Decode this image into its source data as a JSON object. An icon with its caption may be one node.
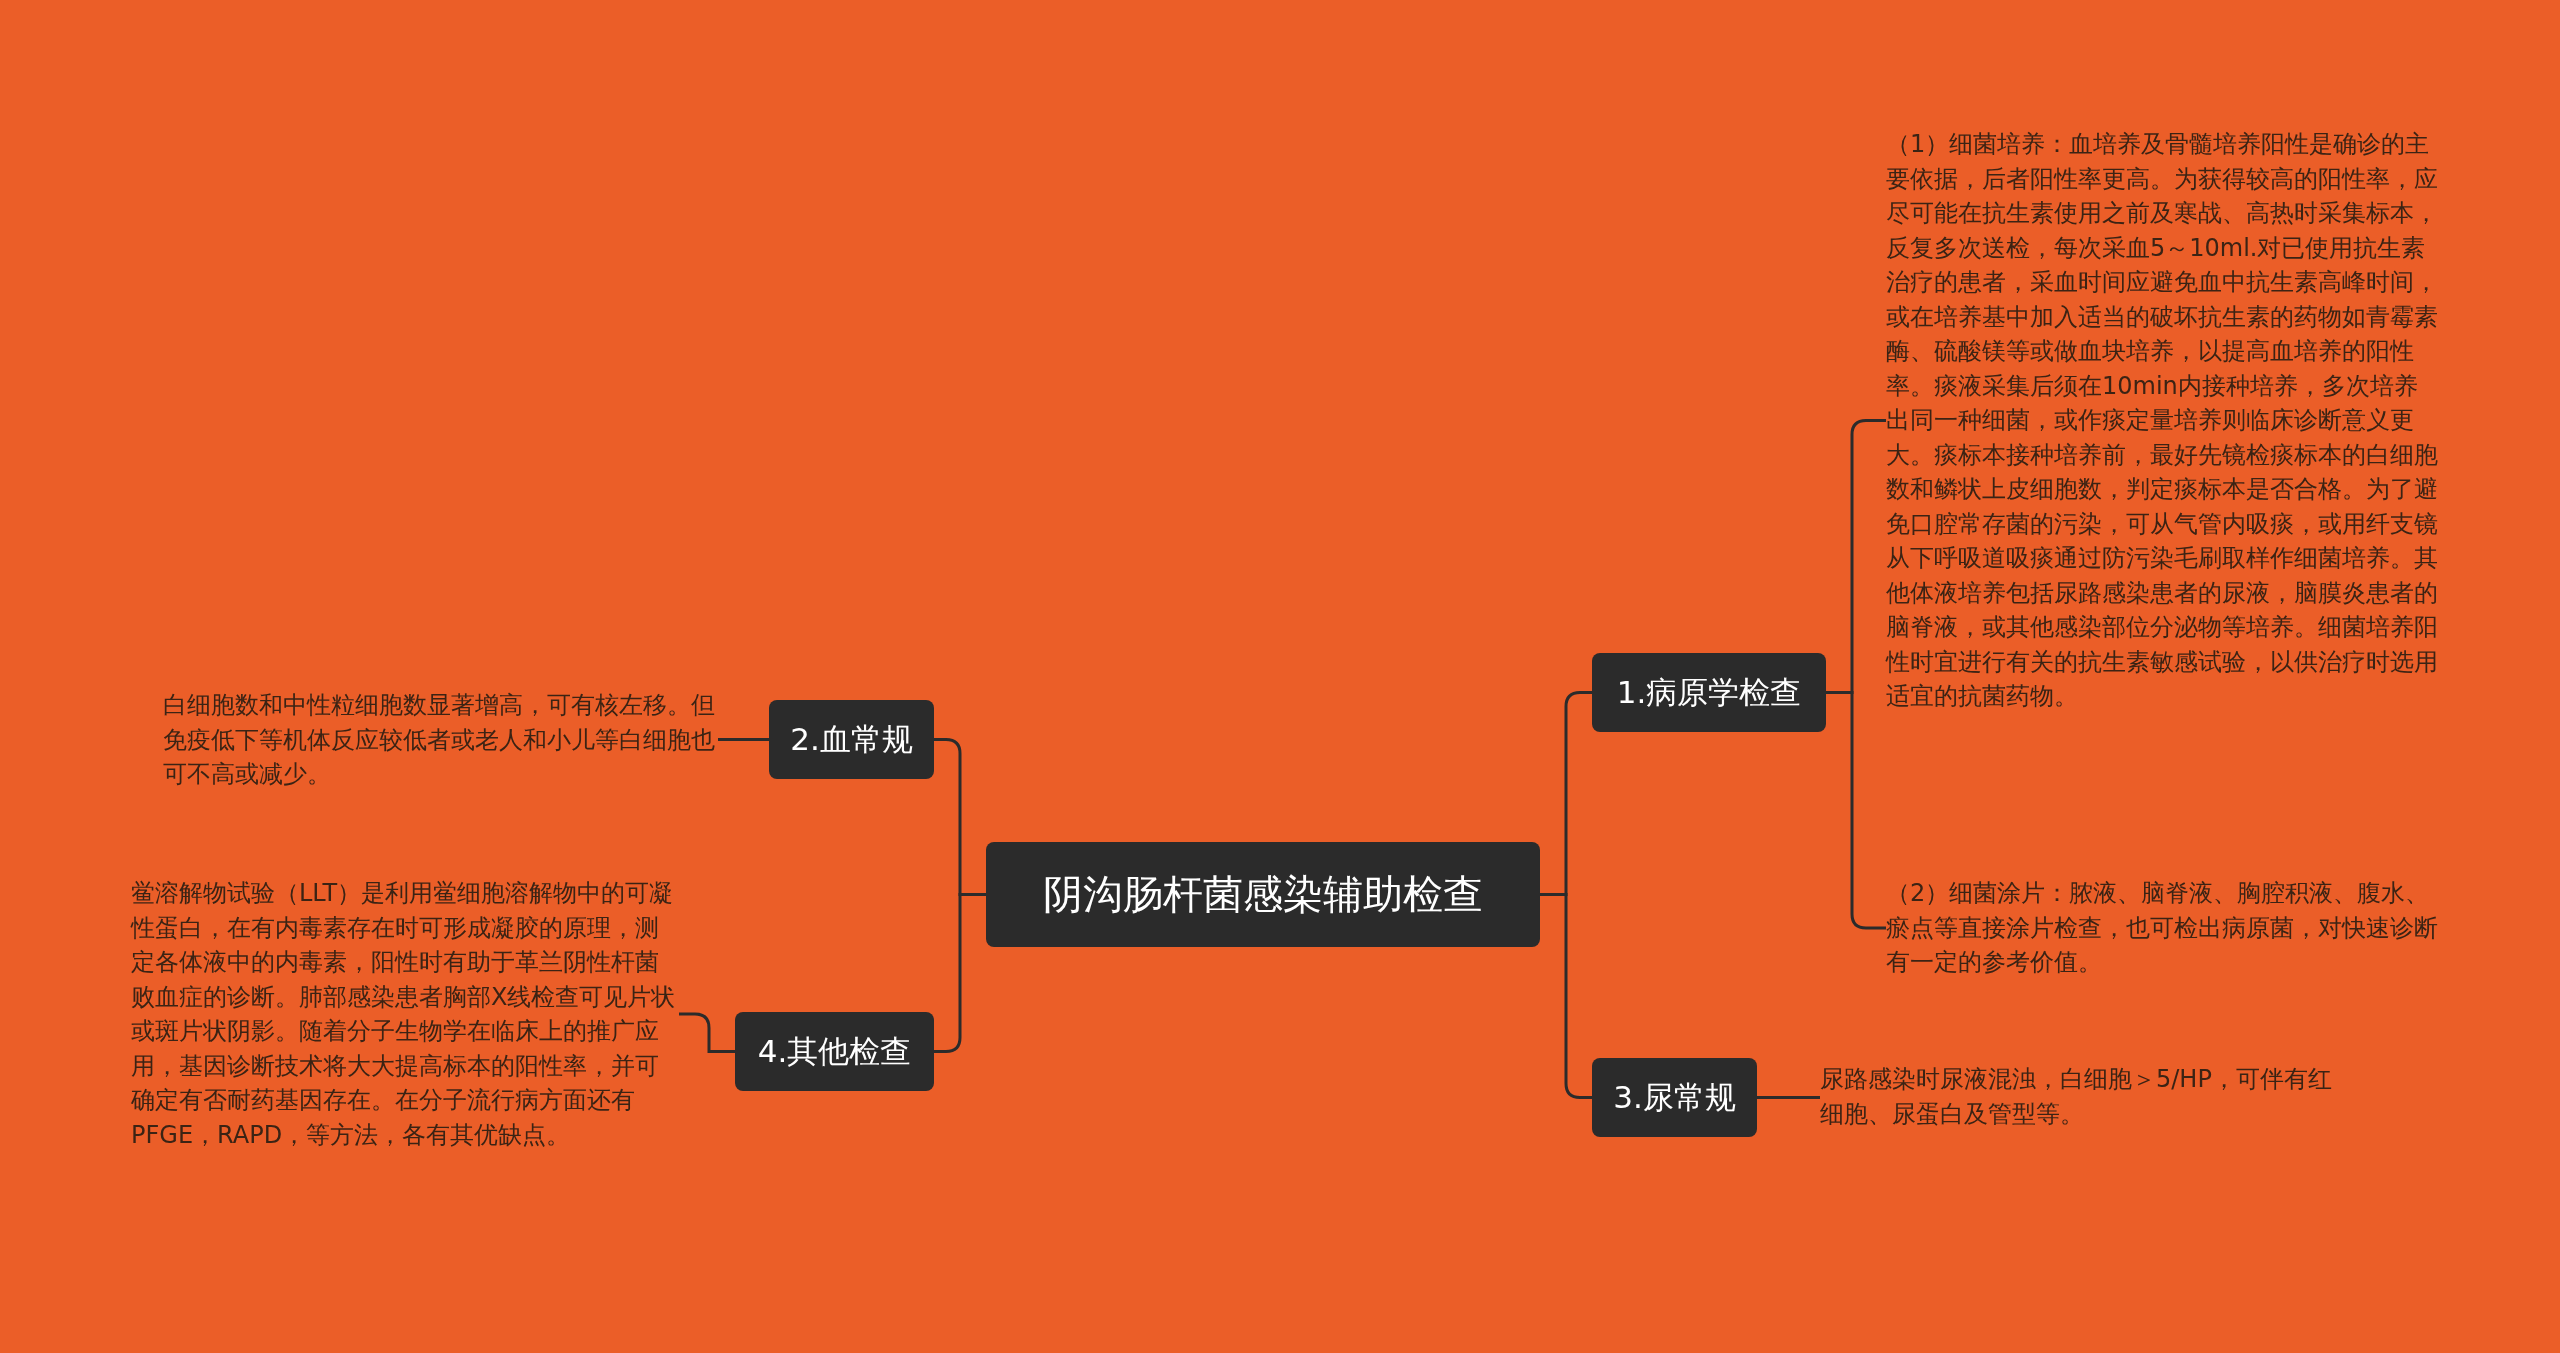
{
  "diagram": {
    "nodes": [
      {
        "text": [
          "阴沟肠杆菌感染辅助检查"
        ]
      },
      {
        "text": [
          "1.病原学检查"
        ]
      },
      {
        "text": [
          "（1）细菌培养：血培养及骨髓培养阳性是确诊的主要依据，后者阳性率更高。为获得较高的阳性率，应尽可能在抗生素使用之前及寒战、高热时采集标本，反复多次送检，每次采血5～10ml.对已使用抗生素治疗的患者，采血时间应避免血中抗生素高峰时间，或在培养基中加入适当的破坏抗生素的药物如青霉素酶、硫酸镁等或做血块培养，以提高血培养的阳性率。痰液采集后须在10min内接种培养，多次培养出同一种细菌，或作痰定量培养则临床诊断意义更大。痰标本接种培养前，最好先镜检痰标本的白细胞数和鳞状上皮细胞数，判定痰标本是否合格。为了避免口腔常存菌的污染，可从气管内吸痰，或用纤支镜从下呼吸道吸痰通过防污染毛刷取样作细菌培养。其他体液培养包括尿路感染患者的尿液，脑膜炎患者的脑脊液，或其他感染部位分泌物等培养。细菌培养阳性时宜进行有关的抗生素敏感试验，以供治疗时选用适宜的抗菌药物。"
        ]
      },
      {
        "text": [
          "（2）细菌涂片：脓液、脑脊液、胸腔积液、腹水、瘀点等直接涂片检查，也可检出病原菌，对快速诊断有一定的参考价值。"
        ]
      },
      {
        "text": [
          "3.尿常规"
        ]
      },
      {
        "text": [
          "尿路感染时尿液混浊，白细胞＞5/HP，可伴有红细胞、尿蛋白及管型等。"
        ]
      },
      {
        "text": [
          "2.血常规"
        ]
      },
      {
        "text": [
          "白细胞数和中性粒细胞数显著增高，可有核左移。但免疫低下等机体反应较低者或老人和小儿等白细胞也可不高或减少。"
        ]
      },
      {
        "text": [
          "4.其他检查"
        ]
      },
      {
        "text": [
          "鲎溶解物试验（LLT）是利用鲎细胞溶解物中的可凝性蛋白，在有内毒素存在时可形成凝胶的原理，测定各体液中的内毒素，阳性时有助于革兰阴性杆菌败血症的诊断。肺部感染患者胸部X线检查可见片状或斑片状阴影。随着分子生物学在临床上的推广应用，基因诊断技术将大大提高标本的阳性率，并可确定有否耐药基因存在。在分子流行病方面还有PFGE，RAPD，等方法，各有其优缺点。"
        ]
      }
    ],
    "edges": [
      {
        "from": 0,
        "to": 1,
        "arrow": "none"
      },
      {
        "from": 1,
        "to": 2,
        "arrow": "none"
      },
      {
        "from": 1,
        "to": 3,
        "arrow": "none"
      },
      {
        "from": 0,
        "to": 4,
        "arrow": "none"
      },
      {
        "from": 4,
        "to": 5,
        "arrow": "none"
      },
      {
        "from": 0,
        "to": 6,
        "arrow": "none"
      },
      {
        "from": 6,
        "to": 7,
        "arrow": "none"
      },
      {
        "from": 0,
        "to": 8,
        "arrow": "none"
      },
      {
        "from": 8,
        "to": 9,
        "arrow": "none"
      }
    ]
  }
}
